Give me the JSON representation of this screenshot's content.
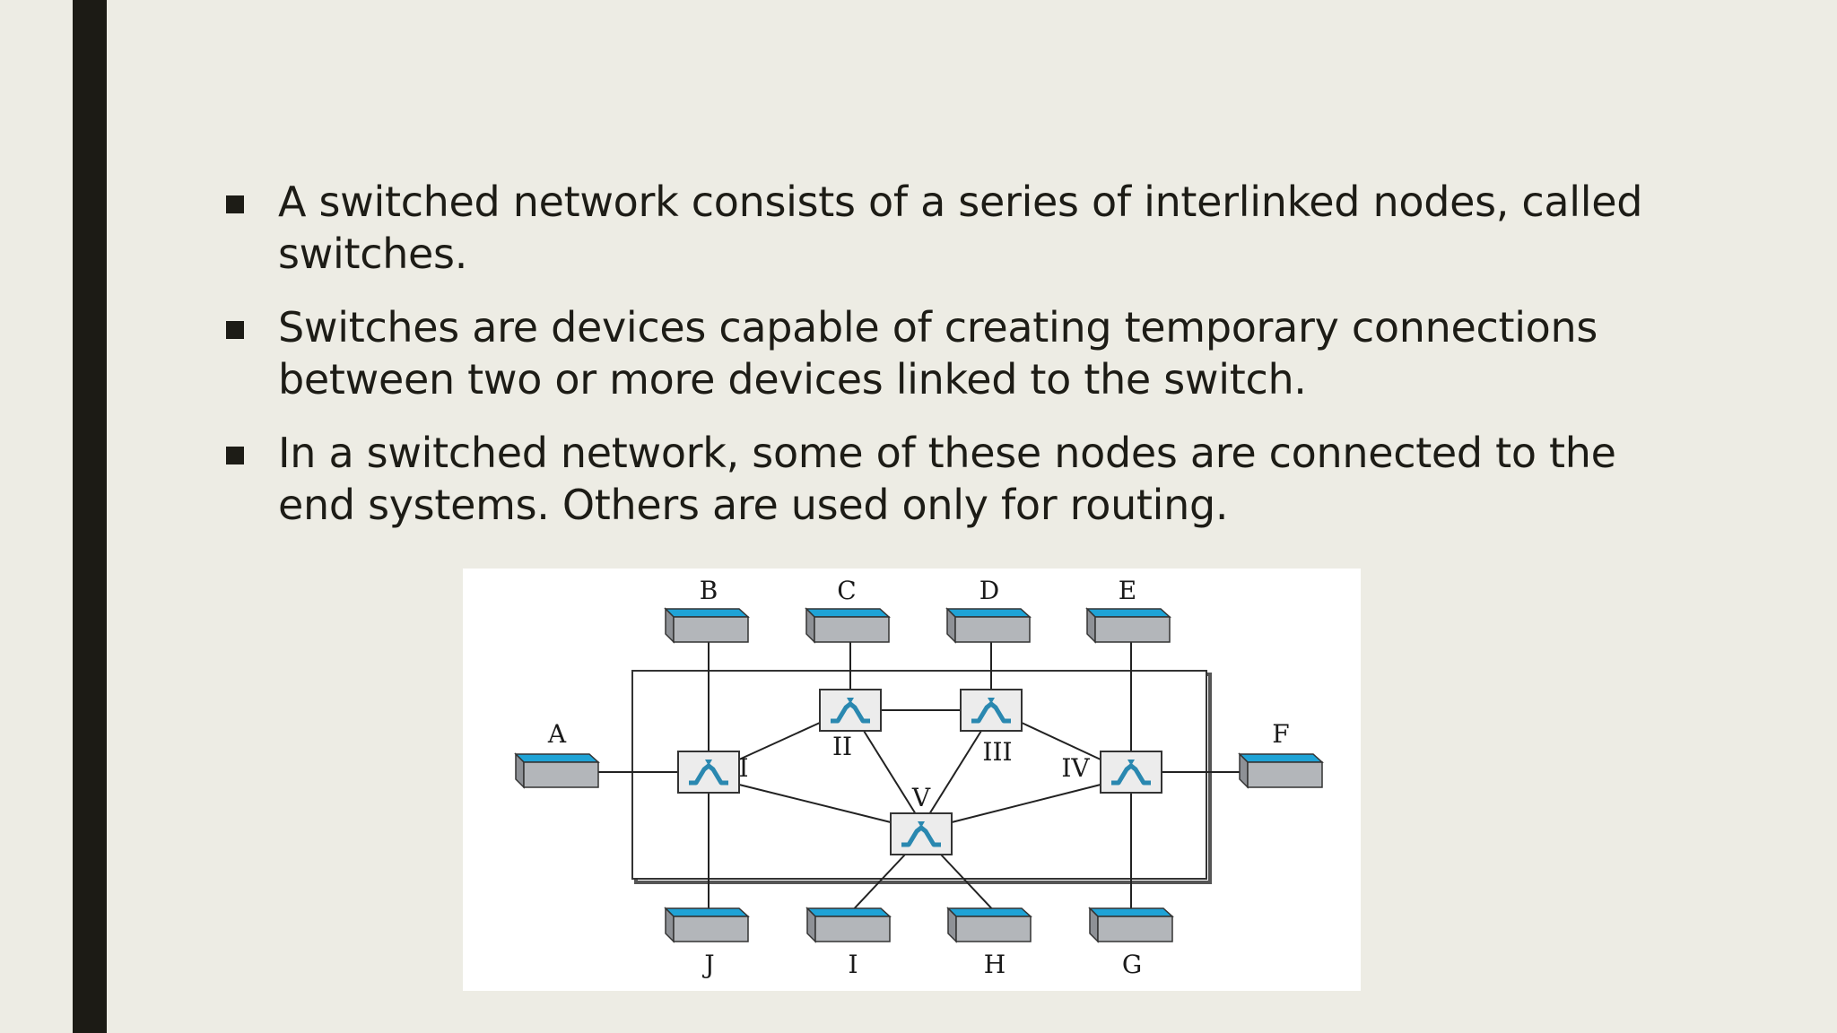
{
  "bullets": [
    "A switched network consists of a series of interlinked nodes, called switches.",
    "Switches are devices capable of creating temporary connections between two or more devices linked to the switch.",
    "In a switched network, some of these nodes are connected to the end systems. Others are used only for routing."
  ],
  "diagram": {
    "end_systems": [
      "A",
      "B",
      "C",
      "D",
      "E",
      "F",
      "G",
      "H",
      "I",
      "J"
    ],
    "switches": [
      "I",
      "II",
      "III",
      "IV",
      "V"
    ],
    "colors": {
      "device_top": "#1fa3d6",
      "device_front": "#b3b6ba",
      "switch_icon": "#2a88b0"
    }
  }
}
